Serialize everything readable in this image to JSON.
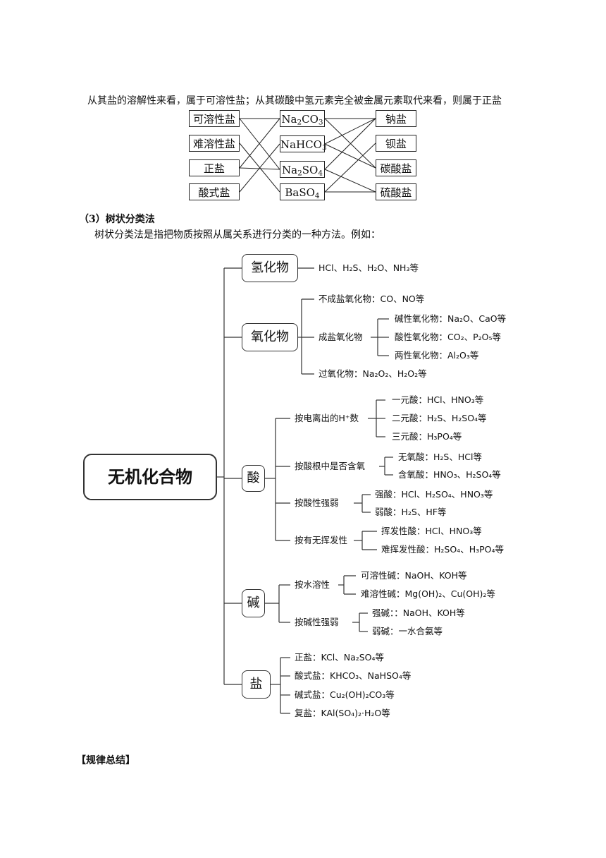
{
  "intro_text": "从其盐的溶解性来看，属于可溶性盐；从其碳酸中氢元素完全被金属元素取代来看，则属于正盐",
  "cross": {
    "left": [
      "可溶性盐",
      "难溶性盐",
      "正盐",
      "酸式盐"
    ],
    "middle": [
      {
        "main": "Na",
        "sub": "2",
        "rest": "CO",
        "sub2": "3"
      },
      {
        "main": "NaHCO",
        "sub": "3",
        "rest": "",
        "sub2": ""
      },
      {
        "main": "Na",
        "sub": "2",
        "rest": "SO",
        "sub2": "4"
      },
      {
        "main": "BaSO",
        "sub": "4",
        "rest": "",
        "sub2": ""
      }
    ],
    "right": [
      "钠盐",
      "钡盐",
      "碳酸盐",
      "硫酸盐"
    ]
  },
  "section": {
    "title": "（3）树状分类法",
    "desc": "树状分类法是指把物质按照从属关系进行分类的一种方法。例如："
  },
  "tree": {
    "root": "无机化合物",
    "hydride": {
      "label": "氢化物",
      "examples": "HCl、H₂S、H₂O、NH₃等"
    },
    "oxide": {
      "label": "氧化物",
      "non_salt": "不成盐氧化物：CO、NO等",
      "salt_forming": "成盐氧化物",
      "basic": "碱性氧化物：Na₂O、CaO等",
      "acidic": "酸性氧化物：CO₂、P₂O₅等",
      "amphoteric": "两性氧化物：Al₂O₃等",
      "peroxide": "过氧化物：Na₂O₂、H₂O₂等"
    },
    "acid": {
      "label": "酸",
      "by_h": "按电离出的H⁺数",
      "mono": "一元酸：HCl、HNO₃等",
      "di": "二元酸：H₂S、H₂SO₄等",
      "tri": "三元酸：H₃PO₄等",
      "by_oxygen": "按酸根中是否含氧",
      "no_oxygen": "无氧酸：H₂S、HCl等",
      "oxy": "含氧酸：HNO₃、H₂SO₄等",
      "by_strength": "按酸性强弱",
      "strong": "强酸：HCl、H₂SO₄、HNO₃等",
      "weak": "弱酸：H₂S、HF等",
      "by_volatility": "按有无挥发性",
      "volatile": "挥发性酸：HCl、HNO₃等",
      "nonvolatile": "难挥发性酸：H₂SO₄、H₃PO₄等"
    },
    "base": {
      "label": "碱",
      "by_solubility": "按水溶性",
      "soluble": "可溶性碱：NaOH、KOH等",
      "insoluble": "难溶性碱：Mg(OH)₂、Cu(OH)₂等",
      "by_strength": "按碱性强弱",
      "strong": "强碱：：NaOH、KOH等",
      "weak": "弱碱：一水合氨等"
    },
    "salt": {
      "label": "盐",
      "normal": "正盐：KCl、Na₂SO₄等",
      "acidic": "酸式盐：KHCO₃、NaHSO₄等",
      "basic": "碱式盐：Cu₂(OH)₂CO₃等",
      "double": "复盐：KAl(SO₄)₂·H₂O等"
    }
  },
  "summary_heading": "【规律总结】"
}
